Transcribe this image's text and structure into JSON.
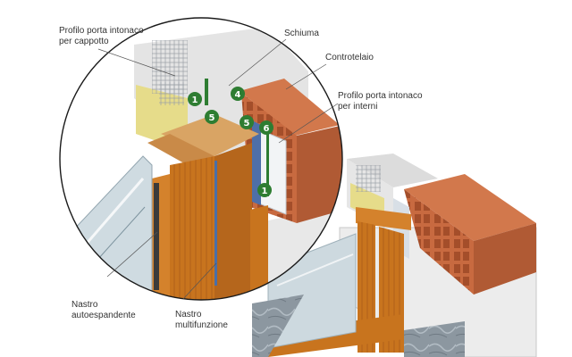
{
  "labels": {
    "profilo_cappotto_l1": "Profilo porta intonaco",
    "profilo_cappotto_l2": "per cappotto",
    "schiuma": "Schiuma",
    "controtelaio": "Controtelaio",
    "profilo_interni_l1": "Profilo porta intonaco",
    "profilo_interni_l2": "per interni",
    "nastro_auto_l1": "Nastro",
    "nastro_auto_l2": "autoespandente",
    "nastro_multi_l1": "Nastro",
    "nastro_multi_l2": "multifunzione"
  },
  "badges": [
    "1",
    "4",
    "5",
    "5",
    "6",
    "1"
  ],
  "colors": {
    "badge_green": "#2e7d32",
    "wood": "#c8741e",
    "wood_dark": "#8e4a12",
    "brick": "#c0623a",
    "brick_dark": "#8f3f22",
    "insulation": "#e6dc8a",
    "plaster": "#e9e9e9",
    "marble": "#8c97a0",
    "glass": "#b8c8d0"
  },
  "icons": [
    "magnifier-circle"
  ]
}
